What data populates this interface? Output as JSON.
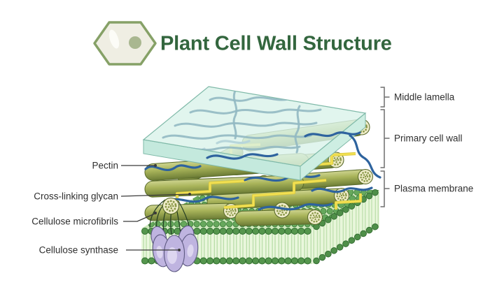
{
  "title": {
    "text": "Plant Cell Wall Structure"
  },
  "header_icon": {
    "name": "hexagon-cell-icon"
  },
  "diagram": {
    "left_labels": [
      {
        "label": "Pectin"
      },
      {
        "label": "Cross-linking glycan"
      },
      {
        "label": "Cellulose microfibrils"
      },
      {
        "label": "Cellulose synthase"
      }
    ],
    "right_labels": [
      {
        "label": "Middle lamella"
      },
      {
        "label": "Primary cell wall"
      },
      {
        "label": "Plasma membrane"
      }
    ]
  },
  "colors": {
    "background": "#ffffff",
    "title_green": "#33663e",
    "label_text": "#2f2f2f",
    "pointer": "#3a3a3a",
    "bracket": "#6f6f6f",
    "slab_teal": "#d9f2ea",
    "slab_edge": "#7fb9a8",
    "pectin_blue": "#2e639e",
    "pectin_muted": "#92b9c2",
    "glycan_yellow": "#f2e052",
    "microfibril_olive": "#a9b45a",
    "microfibril_outline": "#5a6b2b",
    "cap_cream": "#efecc9",
    "membrane_green": "#55964d",
    "membrane_outline": "#2e6b2e",
    "membrane_bg": "#eaf7dd",
    "synthase_purple": "#bfb4e0",
    "synthase_outline": "#5c5880"
  }
}
